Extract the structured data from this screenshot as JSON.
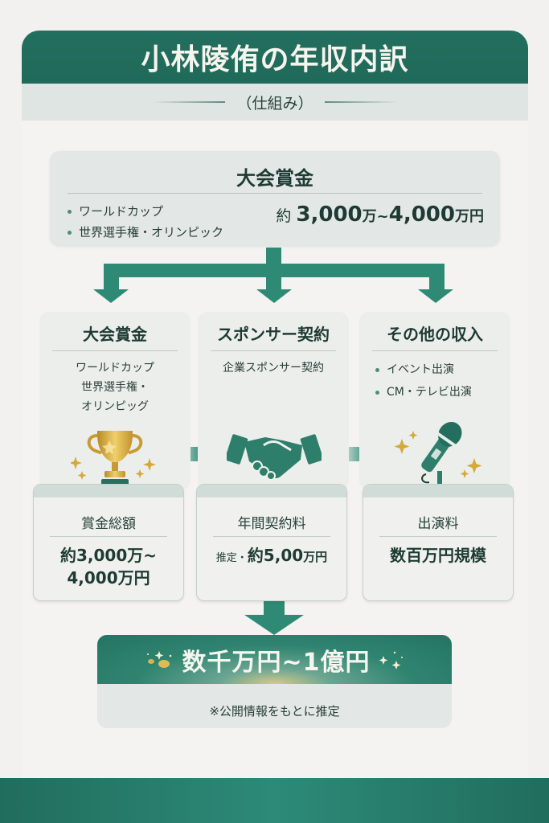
{
  "header": {
    "title": "小林陵侑の年収内訳",
    "subtitle": "（仕組み）"
  },
  "top_box": {
    "title": "大会賞金",
    "items": [
      "ワールドカップ",
      "世界選手権・オリンピック"
    ],
    "amount_prefix": "約",
    "amount_1": "3,000",
    "unit_1": "万~",
    "amount_2": "4,000",
    "unit_2": "万円"
  },
  "columns": [
    {
      "title": "大会賞金",
      "lines": [
        "ワールドカップ",
        "世界選手権・",
        "オリンピッグ"
      ],
      "icon": "trophy-icon",
      "value_label": "賞金総額",
      "value_line1": "約3,000万~",
      "value_line2": "4,000万円"
    },
    {
      "title": "スポンサー契約",
      "lines": [
        "企業スポンサー契約"
      ],
      "icon": "handshake-icon",
      "value_label": "年間契約料",
      "value_prefix": "推定・",
      "value_main": "約5,00",
      "value_unit": "万円"
    },
    {
      "title": "その他の収入",
      "bullets": [
        "イベント出演",
        "CM・テレビ出演"
      ],
      "icon": "microphone-icon",
      "value_label": "出演料",
      "value_main": "数百万円規模"
    }
  ],
  "total": {
    "amount": "数千万円~1億円",
    "note": "※公開情報をもとに推定"
  },
  "colors": {
    "primary_green": "#236e5e",
    "arrow_green": "#2f8a75",
    "gold": "#d4a93a",
    "background": "#f3f1ef"
  }
}
